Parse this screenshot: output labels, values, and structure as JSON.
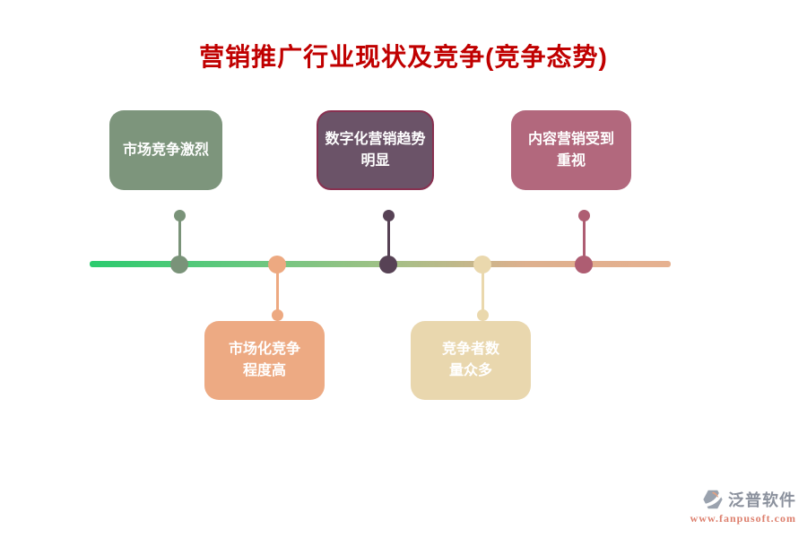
{
  "title": {
    "text": "营销推广行业现状及竞争(竞争态势)",
    "color": "#c00000"
  },
  "timeline": {
    "gradient": [
      "#2bcb6e",
      "#62c87e",
      "#9fc186",
      "#ddb08e",
      "#e6b190"
    ]
  },
  "milestones": [
    {
      "label": "市场竞争激烈",
      "side": "above",
      "box_color": "#7d957c",
      "node_color": "#7a9379"
    },
    {
      "label": "市场化竞争\n程度高",
      "side": "below",
      "box_color": "#edaa83",
      "node_color": "#eda981"
    },
    {
      "label": "数字化营销趋势\n明显",
      "side": "above",
      "box_color": "#6b5368",
      "border_color": "#883050",
      "node_color": "#574255"
    },
    {
      "label": "竞争者数\n量众多",
      "side": "below",
      "box_color": "#e9d7ae",
      "node_color": "#ead8ad"
    },
    {
      "label": "内容营销受到\n重视",
      "side": "above",
      "box_color": "#b2687d",
      "node_color": "#ae5d72"
    }
  ],
  "logo": {
    "icon": "fanpu-logo-icon",
    "icon_color": "#9aa2ae",
    "icon_accent": "#e2a183",
    "name": "泛普软件",
    "name_color": "#8b919d",
    "url": "www.fanpusoft.com",
    "url_color": "#dd7f6d"
  }
}
